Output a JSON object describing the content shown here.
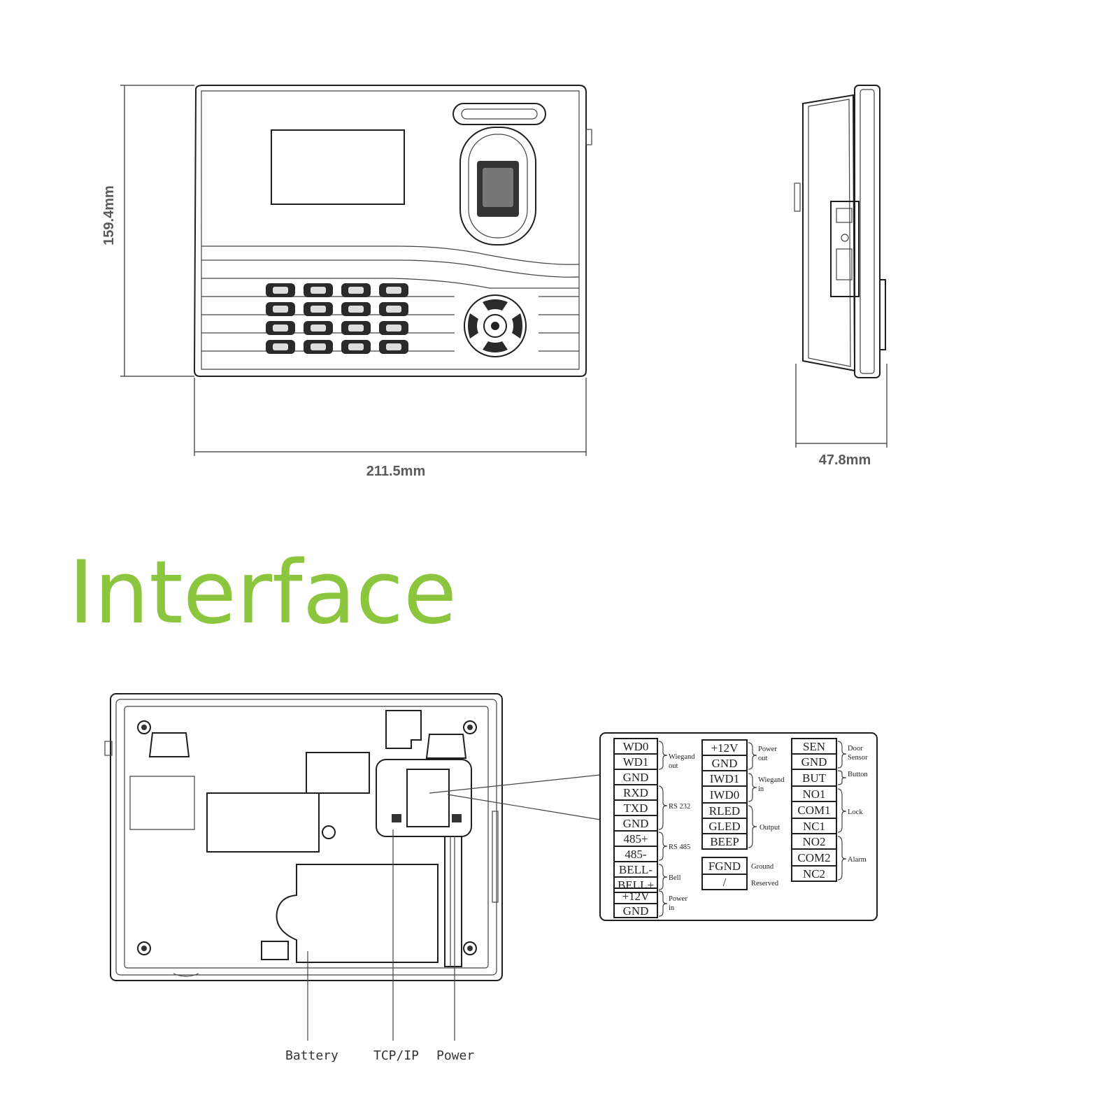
{
  "dimensions": {
    "height": "159.4mm",
    "width": "211.5mm",
    "depth": "47.8mm"
  },
  "heading": "Interface",
  "terminals": {
    "col1": [
      "WD0",
      "WD1",
      "GND",
      "RXD",
      "TXD",
      "GND",
      "485+",
      "485-",
      "BELL-",
      "BELL+",
      "+12V",
      "GND"
    ],
    "col2": [
      "+12V",
      "GND",
      "IWD1",
      "IWD0",
      "RLED",
      "GLED",
      "BEEP",
      "FGND",
      "/"
    ],
    "col3": [
      "SEN",
      "GND",
      "BUT",
      "NO1",
      "COM1",
      "NC1",
      "NO2",
      "COM2",
      "NC2"
    ]
  },
  "groups": {
    "wiegand_out": [
      "Wiegand",
      "out"
    ],
    "rs232": "RS 232",
    "rs485": "RS 485",
    "bell": "Bell",
    "power_in": [
      "Power",
      "in"
    ],
    "power_out": [
      "Power",
      "out"
    ],
    "wiegand_in": [
      "Wiegand",
      "in"
    ],
    "output": "Output",
    "ground": "Ground",
    "reserved": "Reserved",
    "door_sensor": [
      "Door",
      "Sensor"
    ],
    "button": "Button",
    "lock": "Lock",
    "alarm": "Alarm"
  },
  "callouts": {
    "battery": "Battery",
    "tcpip": "TCP/IP",
    "power": "Power"
  }
}
